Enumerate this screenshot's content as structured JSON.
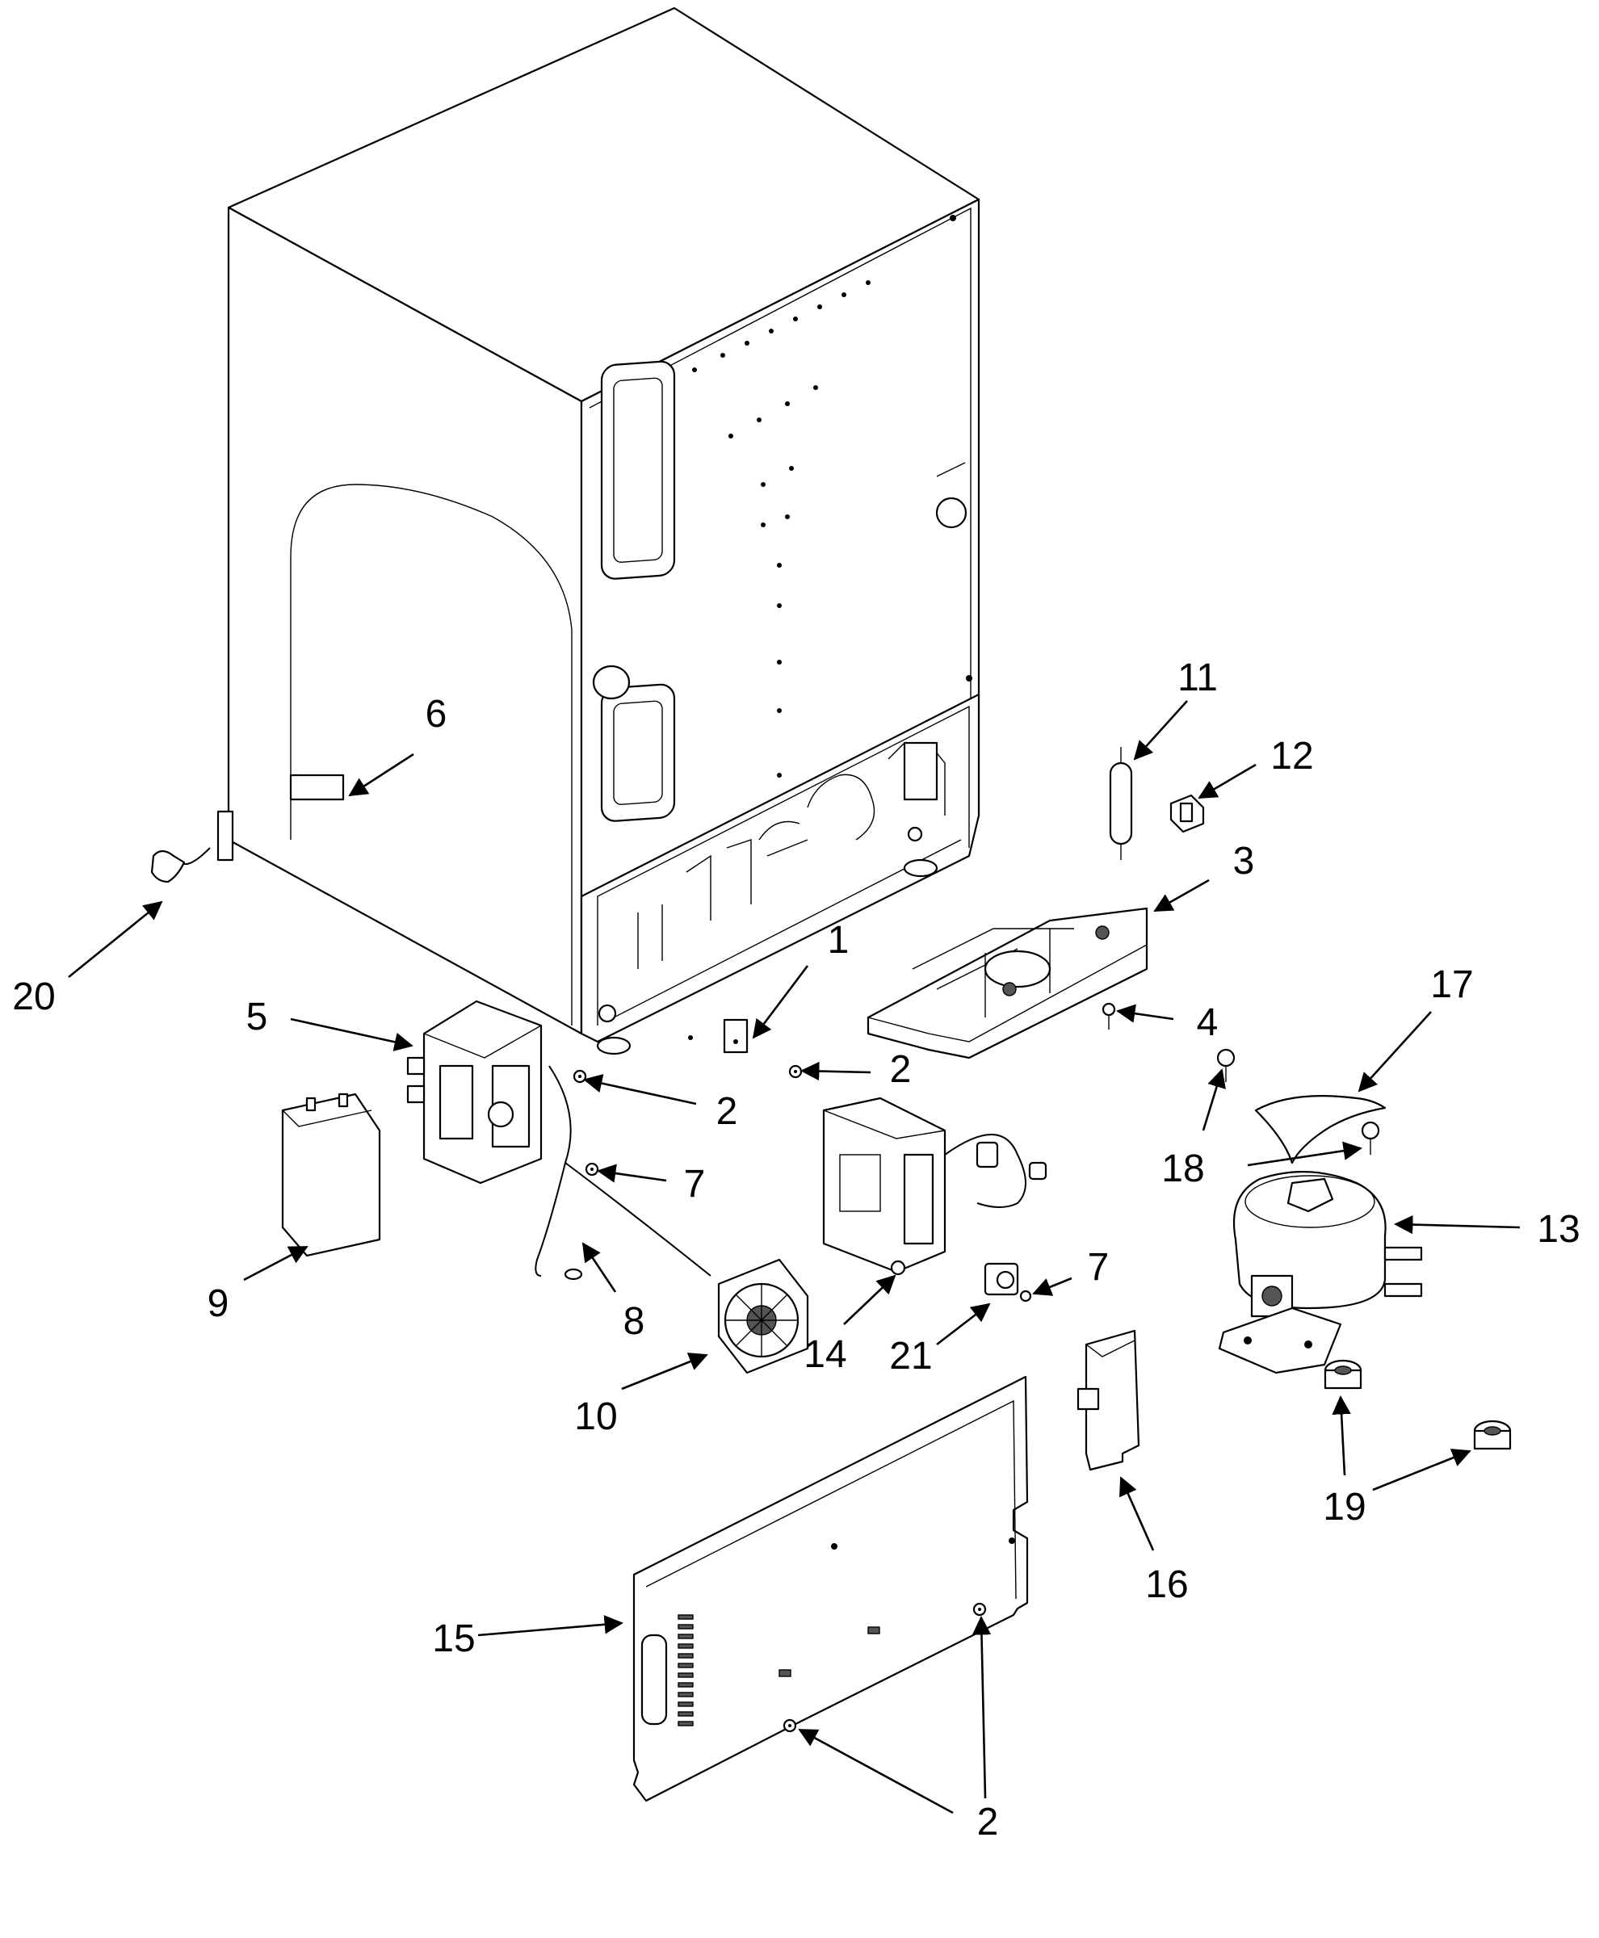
{
  "callouts": [
    {
      "id": "c1",
      "label": "1"
    },
    {
      "id": "c2a",
      "label": "2"
    },
    {
      "id": "c2b",
      "label": "2"
    },
    {
      "id": "c2c",
      "label": "2"
    },
    {
      "id": "c3",
      "label": "3"
    },
    {
      "id": "c4",
      "label": "4"
    },
    {
      "id": "c5",
      "label": "5"
    },
    {
      "id": "c6",
      "label": "6"
    },
    {
      "id": "c7a",
      "label": "7"
    },
    {
      "id": "c7b",
      "label": "7"
    },
    {
      "id": "c8",
      "label": "8"
    },
    {
      "id": "c9",
      "label": "9"
    },
    {
      "id": "c10",
      "label": "10"
    },
    {
      "id": "c11",
      "label": "11"
    },
    {
      "id": "c12",
      "label": "12"
    },
    {
      "id": "c13",
      "label": "13"
    },
    {
      "id": "c14",
      "label": "14"
    },
    {
      "id": "c15",
      "label": "15"
    },
    {
      "id": "c16",
      "label": "16"
    },
    {
      "id": "c17",
      "label": "17"
    },
    {
      "id": "c18",
      "label": "18"
    },
    {
      "id": "c19",
      "label": "19"
    },
    {
      "id": "c20",
      "label": "20"
    },
    {
      "id": "c21",
      "label": "21"
    }
  ]
}
